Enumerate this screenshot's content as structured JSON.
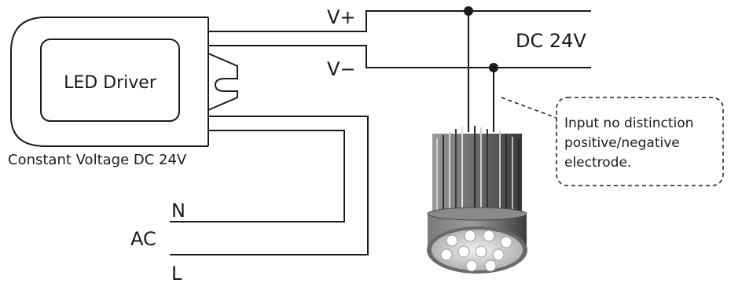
{
  "driver": {
    "label": "LED Driver",
    "caption": "Constant Voltage DC 24V"
  },
  "terminals": {
    "v_plus": "V+",
    "v_minus": "V−"
  },
  "supply": {
    "dc_label": "DC 24V",
    "ac_label": "AC",
    "neutral": "N",
    "live": "L"
  },
  "note": {
    "lines": [
      "Input no distinction",
      "positive/negative",
      "electrode."
    ]
  },
  "colors": {
    "line": "#1a1a1a",
    "heatsink": "#6e6e6e",
    "lamp_body": "#555555",
    "lens": "#d9d9d9"
  }
}
